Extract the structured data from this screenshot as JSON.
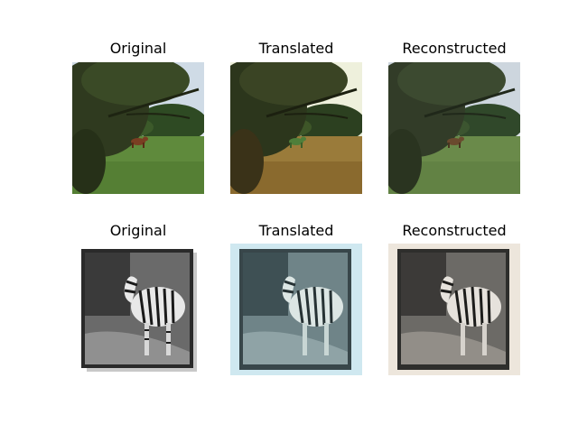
{
  "rows": [
    {
      "panels": [
        {
          "title": "Original",
          "scene": "horse-field",
          "variant": "original"
        },
        {
          "title": "Translated",
          "scene": "horse-field",
          "variant": "translated"
        },
        {
          "title": "Reconstructed",
          "scene": "horse-field",
          "variant": "reconstructed"
        }
      ]
    },
    {
      "panels": [
        {
          "title": "Original",
          "scene": "zebra-photo",
          "variant": "original"
        },
        {
          "title": "Translated",
          "scene": "zebra-photo",
          "variant": "translated"
        },
        {
          "title": "Reconstructed",
          "scene": "zebra-photo",
          "variant": "reconstructed"
        }
      ]
    }
  ],
  "colors": {
    "sky": "#dfe6ee",
    "grass_original": "#5f8a3c",
    "grass_translated": "#9a7b3a",
    "grass_reconstructed": "#6a8a4a",
    "tree_dark": "#2f3a1f",
    "horse_brown": "#7a3e22",
    "horse_green": "#4f7f3a",
    "zebra_white": "#e8e8e8",
    "zebra_black": "#1a1a1a",
    "tint_translated": "#cfe8f0",
    "tint_reconstructed": "#ede6dc"
  }
}
